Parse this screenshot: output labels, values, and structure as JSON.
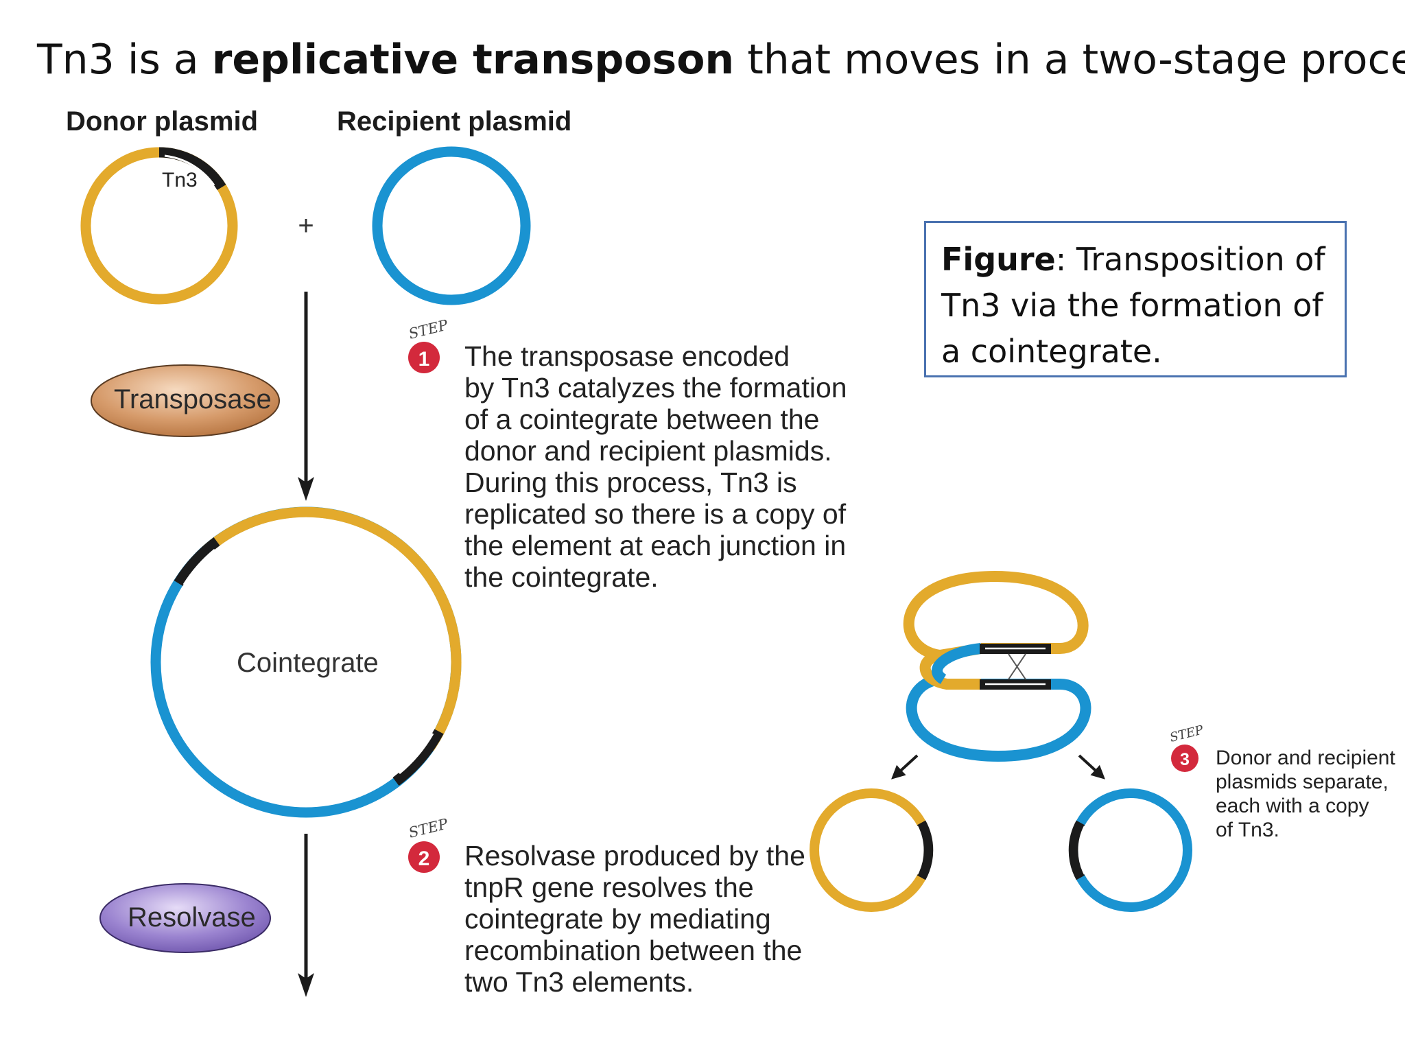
{
  "title": {
    "prefix": "Tn3 is a ",
    "bold": "replicative transposon",
    "suffix": " that moves in a two-stage process."
  },
  "labels": {
    "donor_plasmid": "Donor plasmid",
    "recipient_plasmid": "Recipient plasmid",
    "tn3": "Tn3",
    "plus": "+",
    "transposase": "Transposase",
    "cointegrate": "Cointegrate",
    "resolvase": "Resolvase"
  },
  "steps": [
    {
      "badge_word": "STEP",
      "number": "1",
      "lines": [
        "The transposase encoded",
        "by Tn3 catalyzes the formation",
        "of a cointegrate between the",
        "donor and recipient plasmids.",
        "During this process, Tn3 is",
        "replicated so there is a copy of",
        "the element at each junction in",
        "the cointegrate."
      ]
    },
    {
      "badge_word": "STEP",
      "number": "2",
      "lines": [
        "Resolvase produced by the",
        "tnpR gene resolves the",
        "cointegrate by mediating",
        "recombination between the",
        "two Tn3 elements."
      ]
    },
    {
      "badge_word": "STEP",
      "number": "3",
      "lines": [
        "Donor and recipient",
        "plasmids separate,",
        "each with a copy",
        "of Tn3."
      ]
    }
  ],
  "caption": {
    "bold": "Figure",
    "text": ": Transposition of Tn3 via the formation of a cointegrate."
  },
  "colors": {
    "donor": "#e3aa2c",
    "recipient": "#1a93d1",
    "transposon": "#1b1b1b",
    "step_badge": "#d3293c",
    "transposase": "#c98550",
    "resolvase": "#8b6fc0",
    "caption_border": "#4a72b0"
  }
}
